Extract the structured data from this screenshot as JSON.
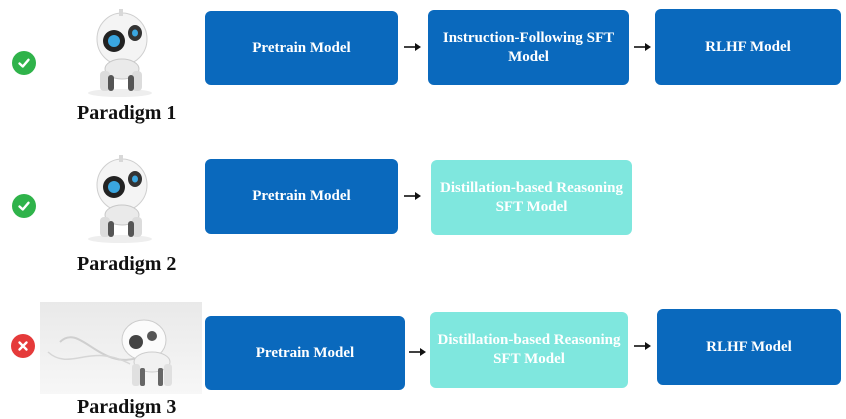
{
  "rows": [
    {
      "status_icon": "check-circle-icon",
      "status_color": "#2fb34a",
      "caption": "Paradigm 1",
      "stages": [
        "Pretrain Model",
        "Instruction-Following SFT Model",
        "RLHF Model"
      ]
    },
    {
      "status_icon": "check-circle-icon",
      "status_color": "#2fb34a",
      "caption": "Paradigm 2",
      "stages": [
        "Pretrain Model",
        "Distillation-based Reasoning SFT Model"
      ]
    },
    {
      "status_icon": "x-circle-icon",
      "status_color": "#e53a3a",
      "caption": "Paradigm 3",
      "stages": [
        "Pretrain Model",
        "Distillation-based Reasoning SFT Model",
        "RLHF Model"
      ]
    }
  ],
  "colors": {
    "dark_box": "#0a69bd",
    "light_box": "#7fe7de",
    "text_on_box": "#ffffff"
  }
}
